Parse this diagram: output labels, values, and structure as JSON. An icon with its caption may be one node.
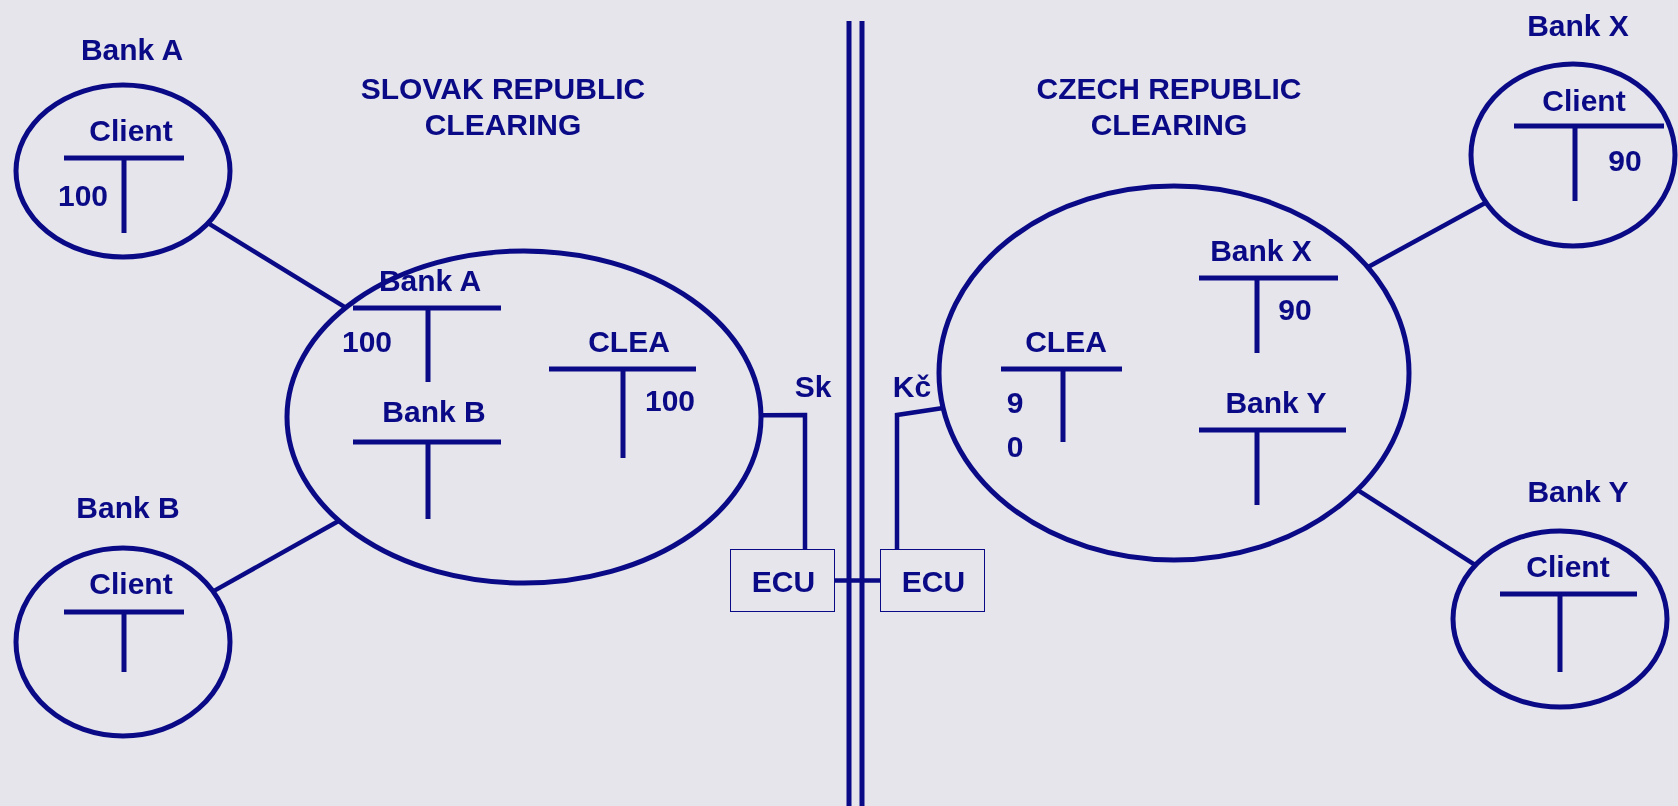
{
  "diagram": {
    "nodes": [
      {
        "text": [
          "Bank A"
        ]
      },
      {
        "text": [
          "Client",
          "100"
        ],
        "in": 0
      },
      {
        "text": [
          "SLOVAK REPUBLIC CLEARING"
        ]
      },
      {
        "text": [
          "Bank A",
          "100"
        ],
        "in": 2
      },
      {
        "text": [
          "Bank B"
        ],
        "in": 2
      },
      {
        "text": [
          "CLEA",
          "100"
        ],
        "in": 2
      },
      {
        "text": [
          "Bank B"
        ]
      },
      {
        "text": [
          "Client"
        ],
        "in": 6
      },
      {
        "text": [
          "ECU"
        ]
      },
      {
        "text": [
          "ECU"
        ]
      },
      {
        "text": [
          "CZECH REPUBLIC CLEARING"
        ]
      },
      {
        "text": [
          "CLEA",
          "9 0"
        ],
        "in": 10
      },
      {
        "text": [
          "Bank X",
          "90"
        ],
        "in": 10
      },
      {
        "text": [
          "Bank Y"
        ],
        "in": 10
      },
      {
        "text": [
          "Bank X"
        ]
      },
      {
        "text": [
          "Client",
          "90"
        ],
        "in": 14
      },
      {
        "text": [
          "Bank Y"
        ]
      },
      {
        "text": [
          "Client"
        ],
        "in": 16
      }
    ],
    "edges": [
      {
        "from": 0,
        "to": 2,
        "arrow": "none"
      },
      {
        "from": 6,
        "to": 2,
        "arrow": "none"
      },
      {
        "from": 2,
        "to": 8,
        "arrow": "none",
        "label": "Sk"
      },
      {
        "from": 8,
        "to": 9,
        "arrow": "none"
      },
      {
        "from": 9,
        "to": 10,
        "arrow": "none",
        "label": "Kč"
      },
      {
        "from": 10,
        "to": 14,
        "arrow": "none"
      },
      {
        "from": 10,
        "to": 16,
        "arrow": "none"
      }
    ]
  }
}
